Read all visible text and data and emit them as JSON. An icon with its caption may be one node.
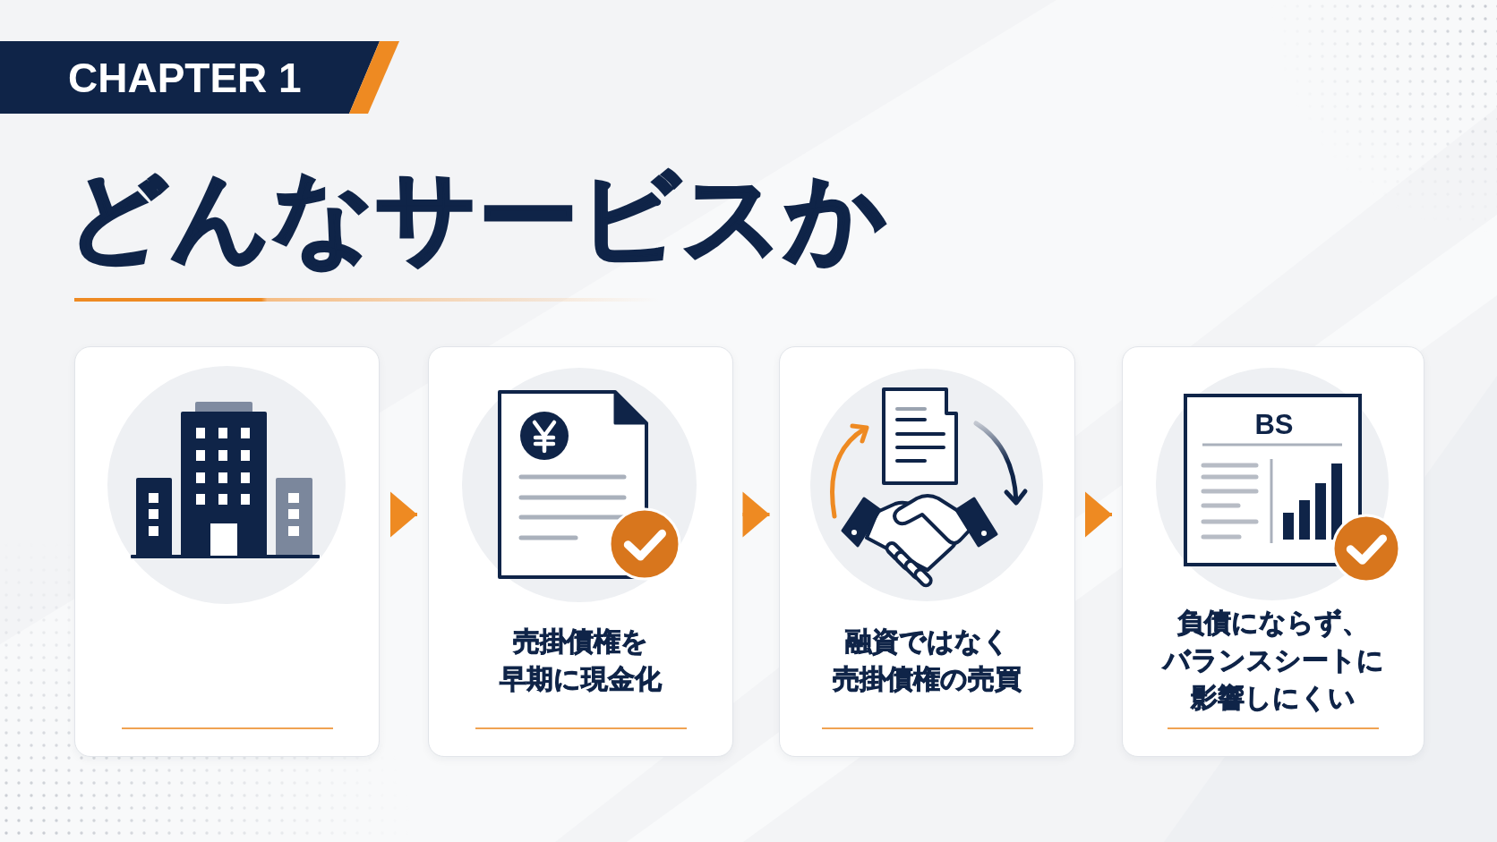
{
  "diagram": {
    "title": "どんなサービスか",
    "nodes": [
      {
        "text": [
          "CHAPTER 1"
        ]
      },
      {
        "text": [],
        "shape": "box"
      },
      {
        "text": [
          "売掛債権を早期に現金化"
        ]
      },
      {
        "text": [
          "融資ではなく売掛債権の売買"
        ]
      },
      {
        "text": [
          "BS",
          "負債にならず、バランスシートに影響しにくい"
        ]
      }
    ],
    "edges": [
      {
        "from": 1,
        "to": 2,
        "arrow": "to"
      },
      {
        "from": 2,
        "to": 3,
        "arrow": "to"
      },
      {
        "from": 3,
        "to": 4,
        "arrow": "to"
      }
    ]
  }
}
